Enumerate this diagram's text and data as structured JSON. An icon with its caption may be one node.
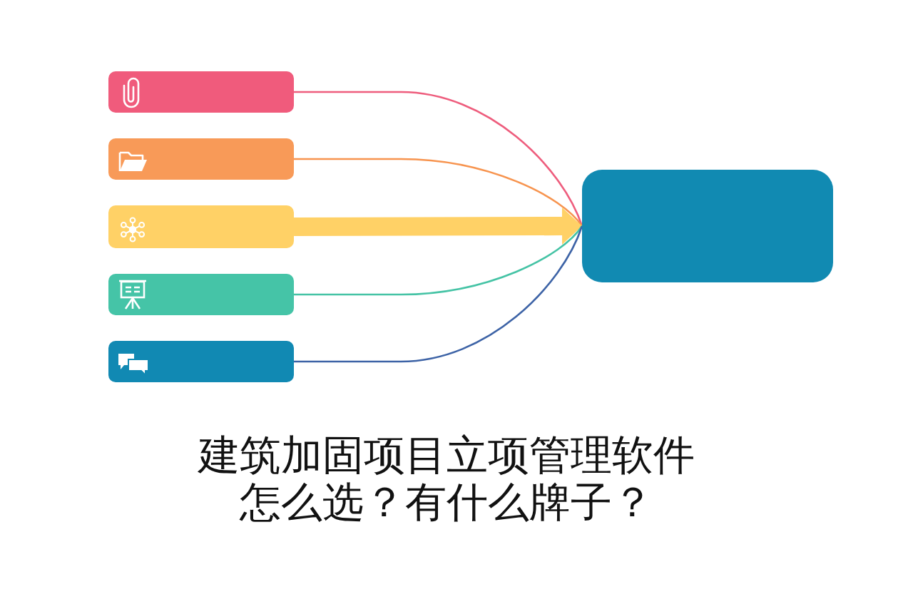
{
  "diagram": {
    "title": "建筑加固项目立项管理软件怎么选？有什么牌子？",
    "nodes": [
      {
        "text": [],
        "shape": "box"
      },
      {
        "text": [],
        "shape": "box"
      },
      {
        "text": [],
        "shape": "box"
      },
      {
        "text": [],
        "shape": "box"
      },
      {
        "text": [],
        "shape": "box"
      },
      {
        "text": [],
        "shape": "box"
      }
    ],
    "edges": [
      {
        "from": 0,
        "to": 5,
        "arrow": "none",
        "color": "#ee5d7d"
      },
      {
        "from": 1,
        "to": 5,
        "arrow": "none",
        "color": "#f7944f"
      },
      {
        "from": 2,
        "to": 5,
        "arrow": "to",
        "style": "thick",
        "color": "#ffd166"
      },
      {
        "from": 3,
        "to": 5,
        "arrow": "none",
        "color": "#45c3a5"
      },
      {
        "from": 4,
        "to": 5,
        "arrow": "none",
        "color": "#3d63a6"
      }
    ]
  }
}
